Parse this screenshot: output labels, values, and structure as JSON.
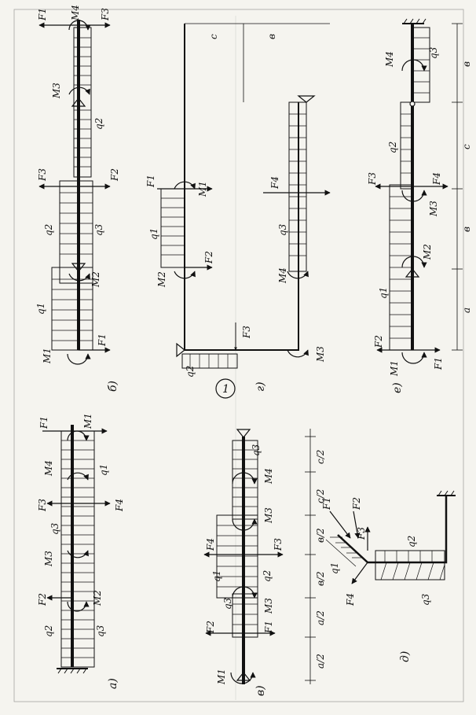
{
  "sheet": {
    "number": "1",
    "colors": {
      "ink": "#111111",
      "paper": "#f5f4ef"
    }
  },
  "a": {
    "caption": "а)",
    "labels": {
      "F1": "F1",
      "F2": "F2",
      "F3": "F3",
      "F4": "F4",
      "M1": "M1",
      "M2": "M2",
      "M3": "M3",
      "M4": "M4",
      "q1": "q1",
      "q2": "q2",
      "q3": "q3"
    }
  },
  "b": {
    "caption": "б)",
    "labels": {
      "F1": "F1",
      "F2": "F2",
      "F3": "F3",
      "F3b": "F3",
      "M1": "M1",
      "M2": "M2",
      "M3": "M3",
      "M4": "M4",
      "q1": "q1",
      "q2": "q2",
      "q2b": "q2",
      "q3": "q3"
    }
  },
  "v": {
    "caption": "в)",
    "labels": {
      "F1": "F1",
      "F2": "F2",
      "F3": "F3",
      "F4": "F4",
      "M1": "M1",
      "M3": "M3",
      "M3b": "M3",
      "M4": "M4",
      "q1": "q1",
      "q2": "q2",
      "q3": "q3",
      "q3b": "q3"
    },
    "dims": [
      "a/2",
      "a/2",
      "в/2",
      "в/2",
      "c/2",
      "c/2"
    ]
  },
  "g": {
    "caption": "г)",
    "labels": {
      "F1": "F1",
      "F2": "F2",
      "F3": "F3",
      "F4": "F4",
      "M1": "M1",
      "M2": "M2",
      "M3": "M3",
      "M4": "M4",
      "q1": "q1",
      "q2": "q2",
      "q3": "q3"
    },
    "dims": [
      "c",
      "в"
    ]
  },
  "d": {
    "caption": "д)",
    "labels": {
      "F1": "F1",
      "F2": "F2",
      "F3": "F3",
      "F4": "F4",
      "q1": "q1",
      "q2": "q2",
      "q3": "q3"
    }
  },
  "e": {
    "caption": "е)",
    "labels": {
      "F1": "F1",
      "F2": "F2",
      "F3": "F3",
      "F4": "F4",
      "M1": "M1",
      "M2": "M2",
      "M3": "M3",
      "M4": "M4",
      "q1": "q1",
      "q2": "q2",
      "q3": "q3"
    },
    "dims": [
      "a",
      "в",
      "c",
      "в"
    ]
  }
}
